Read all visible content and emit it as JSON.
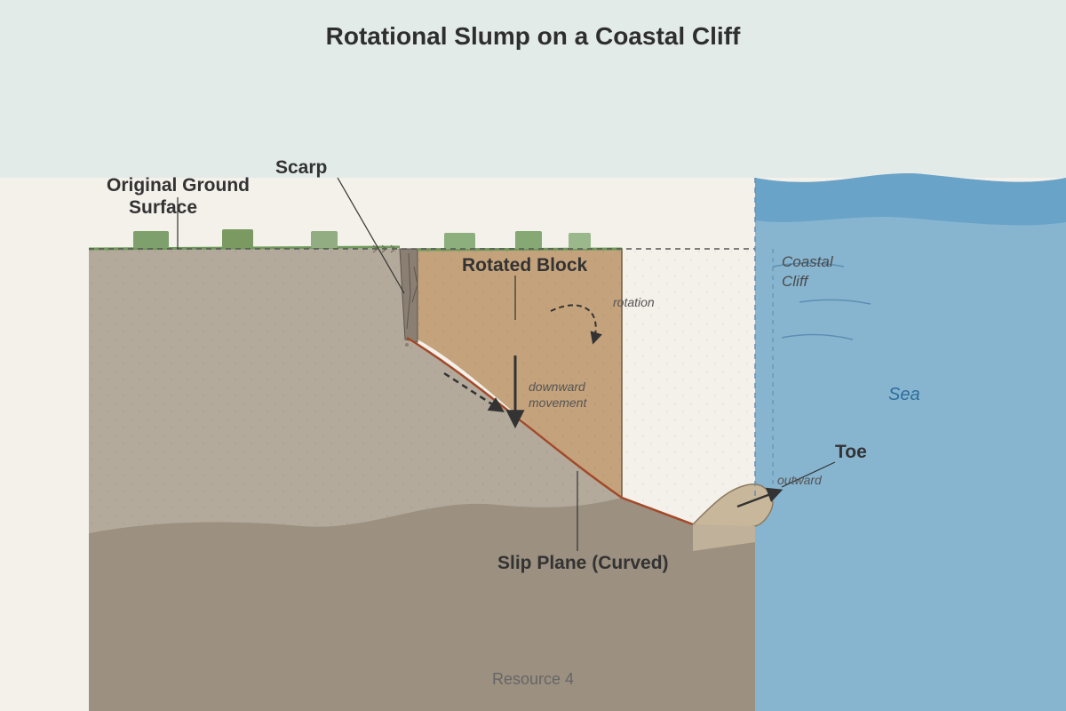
{
  "title": "Rotational Slump on a Coastal Cliff",
  "labels": {
    "original_ground": [
      "Original Ground",
      "Surface"
    ],
    "scarp": "Scarp",
    "rotated_block": "Rotated Block",
    "rotation": "rotation",
    "downward_movement": [
      "downward",
      "movement"
    ],
    "coastal_cliff": [
      "Coastal",
      "Cliff"
    ],
    "sea": "Sea",
    "toe": "Toe",
    "outward": "outward",
    "slip_plane": "Slip Plane (Curved)"
  },
  "footer": "Resource 4",
  "colors": {
    "sky": "#e3ebe8",
    "ground_bg": "#f4f0ea",
    "rock_upper": "#b3aa9b",
    "rock_lower": "#9c9080",
    "block": "#c4a37c",
    "sea_light": "#87b5d0",
    "sea_dark": "#6aa3c8",
    "grass": "#6f9a5c",
    "slip_line": "#a34a2a"
  }
}
